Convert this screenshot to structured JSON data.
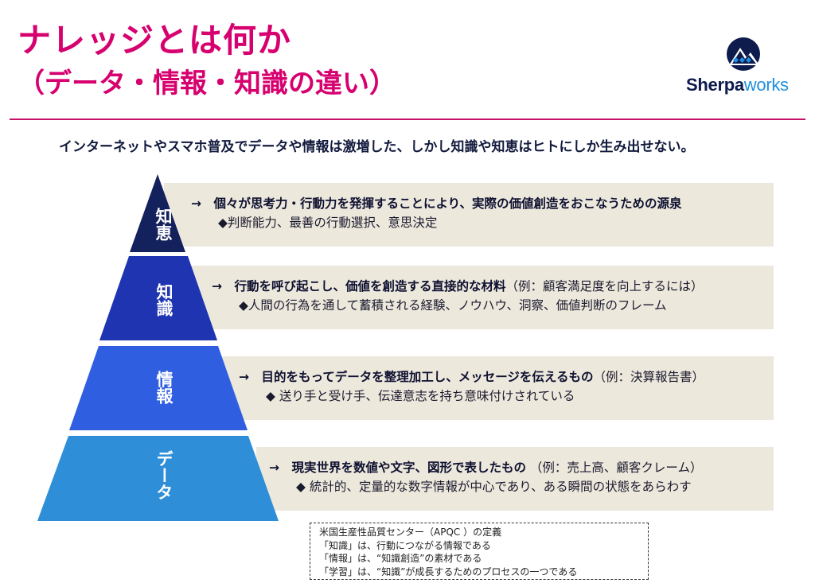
{
  "title": "ナレッジとは何か",
  "subtitle": "（データ・情報・知識の違い）",
  "logo": {
    "text_bold": "Sherpa",
    "text_light": "works",
    "icon": "mountain-icon"
  },
  "intro": "インターネットやスマホ普及でデータや情報は激増した、しかし知識や知恵はヒトにしか生み出せない。",
  "tiers": [
    {
      "label": "知恵",
      "main": "→　個々が思考力・行動力を発揮することにより、実際の価値創造をおこなうための源泉",
      "example": "",
      "sub": "◆判断能力、最善の行動選択、意思決定"
    },
    {
      "label": "知識",
      "main": "→　行動を呼び起こし、価値を創造する直接的な材料",
      "example": "（例：顧客満足度を向上するには）",
      "sub": "◆人間の行為を通して蓄積される経験、ノウハウ、洞察、価値判断のフレーム"
    },
    {
      "label": "情報",
      "main": "→　目的をもってデータを整理加工し、メッセージを伝えるもの",
      "example": "（例：決算報告書）",
      "sub": "◆ 送り手と受け手、伝達意志を持ち意味付けされている"
    },
    {
      "label": "データ",
      "main": "→　現実世界を数値や文字、図形で表したもの",
      "example": " （例：売上高、顧客クレーム）",
      "sub": "◆ 統計的、定量的な数字情報が中心であり、ある瞬間の状態をあらわす"
    }
  ],
  "colors": {
    "title": "#d6006f",
    "tier1": "#13215c",
    "tier2": "#1f34b0",
    "tier3": "#2f5fe0",
    "tier4": "#2e8fd8",
    "band": "#ede8dc"
  },
  "note": {
    "lines": [
      "米国生産性品質センター（APQC ）の定義",
      "「知識」は、行動につながる情報である",
      "「情報」は、“知識創造”の素材である",
      "「学習」は、“知識”が成長するためのプロセスの一つである"
    ]
  }
}
